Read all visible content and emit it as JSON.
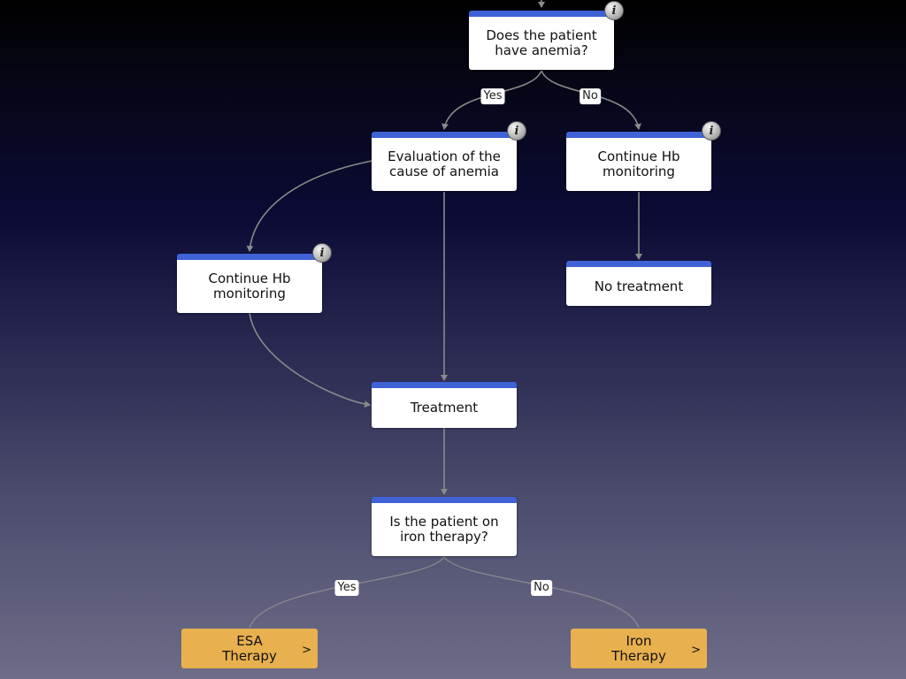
{
  "nodes": {
    "anemia_question": "Does the patient\nhave anemia?",
    "evaluation": "Evaluation of the\ncause of anemia",
    "continue_hb_right": "Continue Hb\nmonitoring",
    "continue_hb_left": "Continue Hb\nmonitoring",
    "no_treatment": "No treatment",
    "treatment": "Treatment",
    "iron_question": "Is the patient on\niron therapy?"
  },
  "edge_labels": {
    "anemia_yes": "Yes",
    "anemia_no": "No",
    "iron_yes": "Yes",
    "iron_no": "No"
  },
  "actions": {
    "esa": "ESA\nTherapy",
    "iron": "Iron\nTherapy",
    "chevron": ">"
  },
  "info_glyph": "i",
  "colors": {
    "node_header": "#3f63d6",
    "action_fill": "#e8b04e",
    "connector": "#8a8a8a"
  }
}
